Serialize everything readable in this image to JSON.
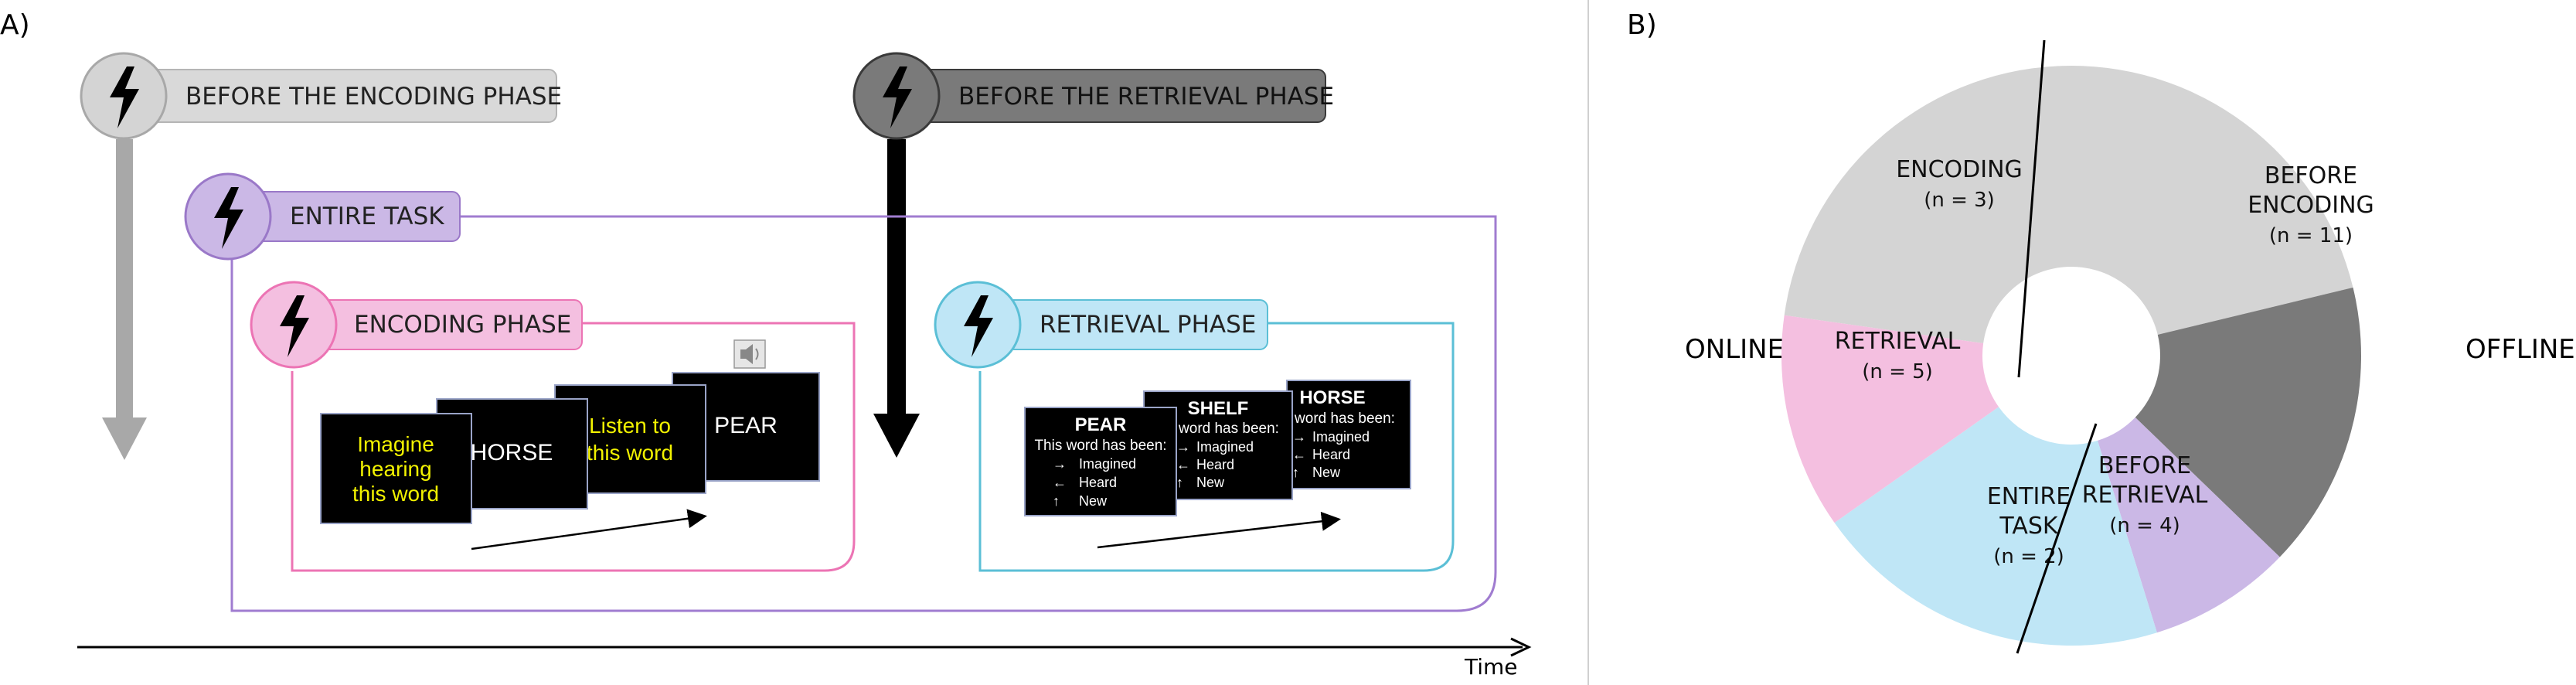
{
  "panel_a": {
    "label": "A)",
    "stim_before_encoding": "BEFORE THE ENCODING PHASE",
    "stim_entire_task": "ENTIRE TASK",
    "stim_encoding": "ENCODING PHASE",
    "stim_before_retrieval": "BEFORE THE RETRIEVAL PHASE",
    "stim_retrieval": "RETRIEVAL PHASE",
    "time_label": "Time",
    "encoding_screens": {
      "screen1": [
        "Imagine",
        "hearing",
        "this word"
      ],
      "screen2": "HORSE",
      "screen3": [
        "Listen to",
        "this word"
      ],
      "screen4": "PEAR"
    },
    "retrieval_screens": [
      {
        "word": "PEAR",
        "prompt": "This word has been:",
        "options": [
          "Imagined",
          "Heard",
          "New"
        ]
      },
      {
        "word": "SHELF",
        "prompt": "word has been:",
        "options": [
          "Imagined",
          "Heard",
          "New"
        ]
      },
      {
        "word": "HORSE",
        "prompt": "word has been:",
        "options": [
          "Imagined",
          "Heard",
          "New"
        ]
      }
    ],
    "option_arrows": [
      "→",
      "←",
      "↑"
    ],
    "colors": {
      "before_encoding": "#d4d4d4",
      "entire_task": "#cbb8e6",
      "encoding": "#f4bfe0",
      "before_retrieval": "#7a7a7a",
      "retrieval": "#bfe6f6",
      "yellow_text": "#f2f200"
    }
  },
  "panel_b": {
    "label": "B)",
    "side_left": "ONLINE",
    "side_right": "OFFLINE",
    "chart_data": {
      "type": "pie",
      "categories": [
        "BEFORE ENCODING",
        "BEFORE RETRIEVAL",
        "ENTIRE TASK",
        "RETRIEVAL",
        "ENCODING"
      ],
      "values": [
        11,
        4,
        2,
        5,
        3
      ],
      "counts": [
        "n = 11",
        "n = 4",
        "n = 2",
        "n = 5",
        "n = 3"
      ],
      "colors": [
        "#d4d4d4",
        "#7a7a7a",
        "#cbb8e6",
        "#bfe6f6",
        "#f4bfe0"
      ],
      "donut": true
    }
  }
}
